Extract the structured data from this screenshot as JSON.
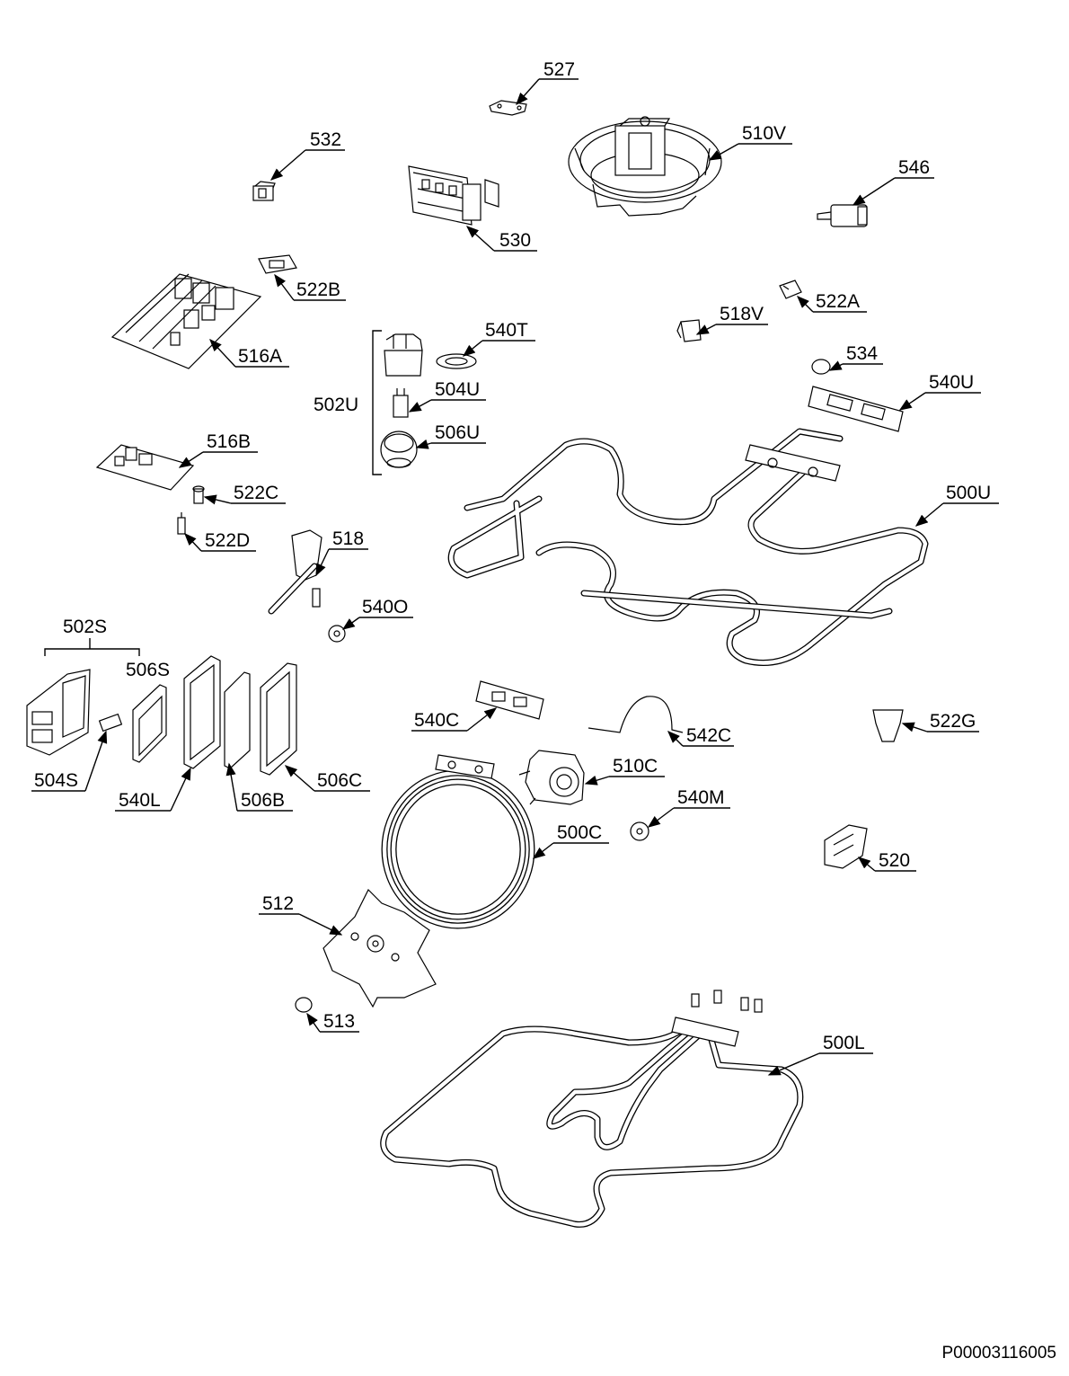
{
  "document_code": "P00003116005",
  "callouts": {
    "c527": "527",
    "c510V": "510V",
    "c532": "532",
    "c546": "546",
    "c530": "530",
    "c522B": "522B",
    "c522A": "522A",
    "c518V": "518V",
    "c516A": "516A",
    "c540T": "540T",
    "c534": "534",
    "c504U": "504U",
    "c540U": "540U",
    "c502U": "502U",
    "c506U": "506U",
    "c516B": "516B",
    "c500U": "500U",
    "c522C": "522C",
    "c518": "518",
    "c522D": "522D",
    "c540O": "540O",
    "c502S": "502S",
    "c506S": "506S",
    "c540C": "540C",
    "c542C": "542C",
    "c522G": "522G",
    "c510C": "510C",
    "c504S": "504S",
    "c506C": "506C",
    "c540L": "540L",
    "c506B": "506B",
    "c540M": "540M",
    "c500C": "500C",
    "c520": "520",
    "c512": "512",
    "c513": "513",
    "c500L": "500L"
  }
}
